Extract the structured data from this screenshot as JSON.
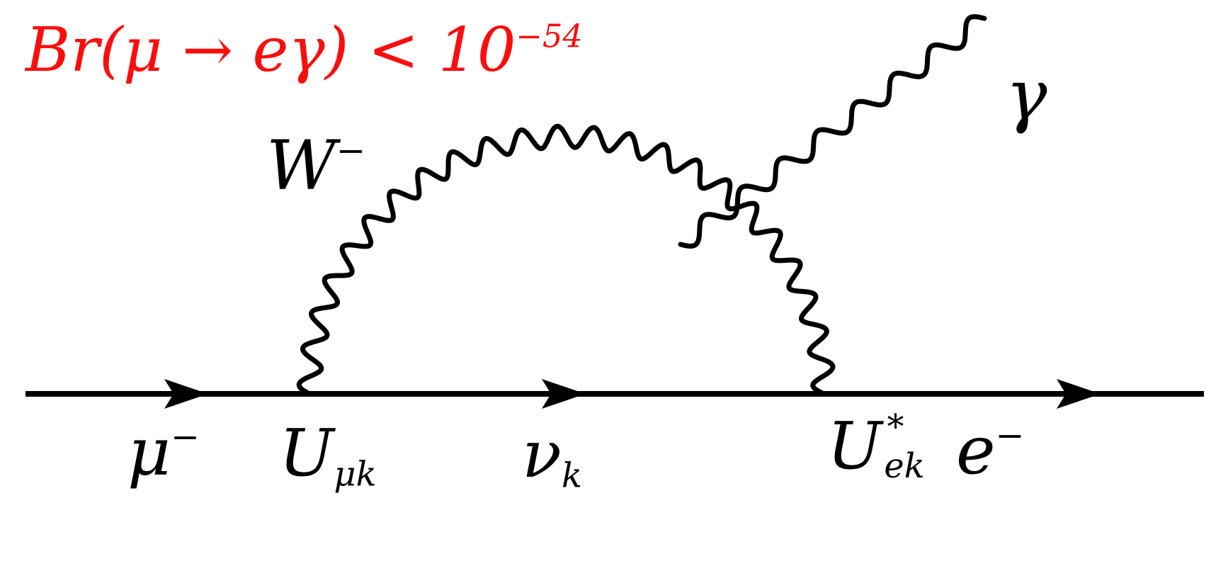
{
  "annotation": {
    "base": "Br(μ → eγ) < 10",
    "exponent": "−54"
  },
  "labels": {
    "w_boson": {
      "base": "W",
      "sup": "−"
    },
    "photon": {
      "base": "γ"
    },
    "muon": {
      "base": "μ",
      "sup": "−"
    },
    "mixing_left": {
      "base": "U",
      "sub": "μk"
    },
    "neutrino": {
      "base": "ν",
      "sub": "k"
    },
    "mixing_right": {
      "base": "U",
      "sup": "∗",
      "sub": "ek"
    },
    "electron": {
      "base": "e",
      "sup": "−"
    }
  },
  "colors": {
    "line": "#000000",
    "background": "#ffffff",
    "annotation": "#fb0d0d"
  }
}
